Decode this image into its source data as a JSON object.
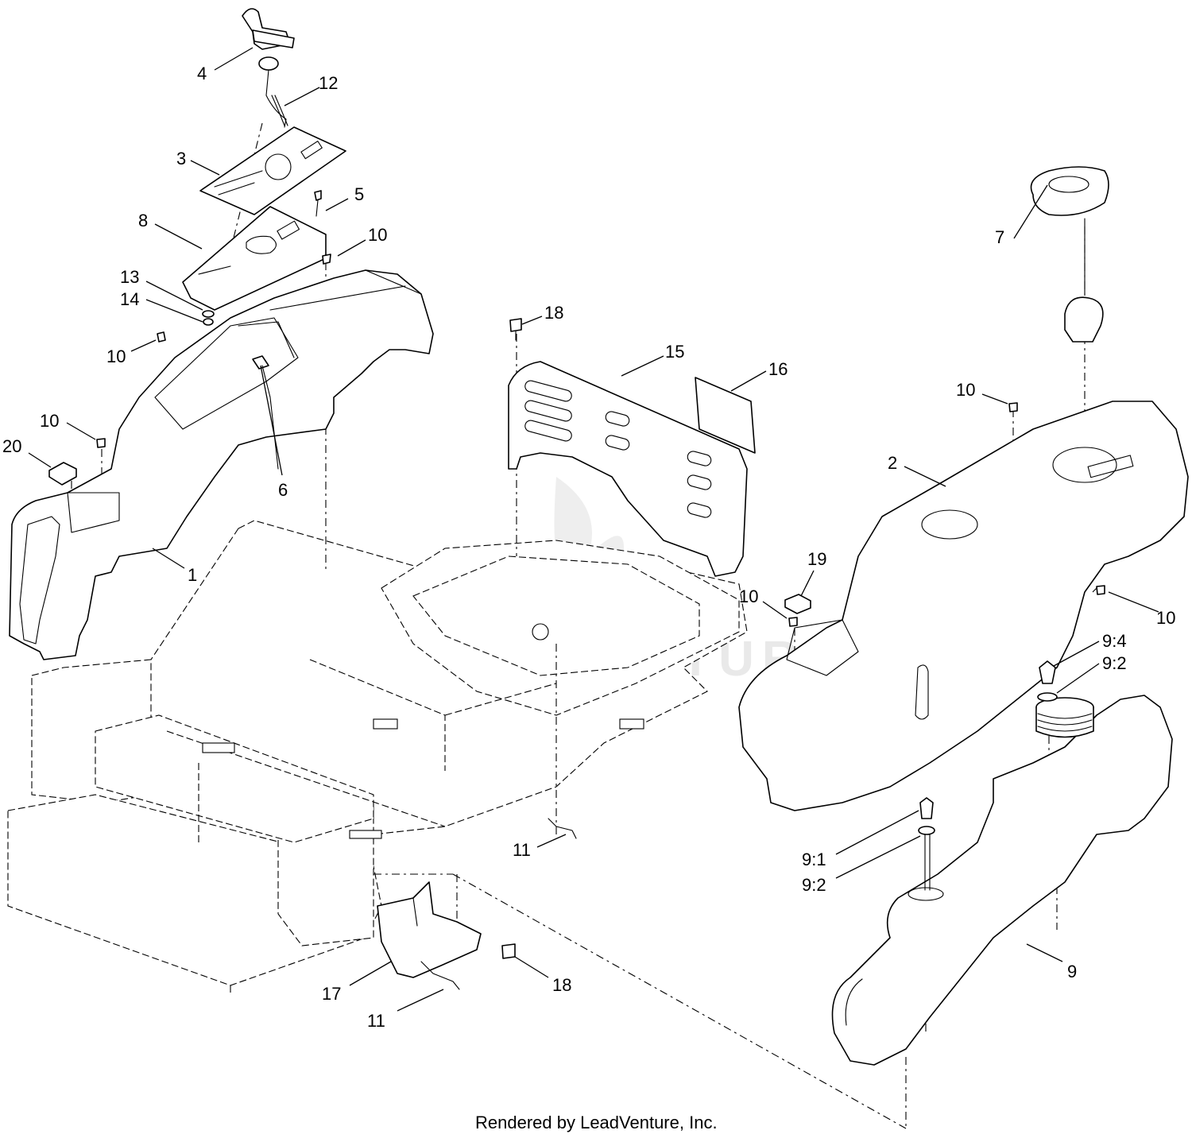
{
  "watermark": {
    "text": "LEADVENTURE"
  },
  "footer": {
    "credit": "Rendered by LeadVenture, Inc."
  },
  "callouts": {
    "c4": "4",
    "c12": "12",
    "c3": "3",
    "c5": "5",
    "c8": "8",
    "c10a": "10",
    "c13": "13",
    "c14": "14",
    "c10b": "10",
    "c10c": "10",
    "c20": "20",
    "c6": "6",
    "c1": "1",
    "c18a": "18",
    "c15": "15",
    "c16": "16",
    "c7": "7",
    "c10d": "10",
    "c2": "2",
    "c19": "19",
    "c10e": "10",
    "c10f": "10",
    "c9_4": "9:4",
    "c9_2a": "9:2",
    "c9_1": "9:1",
    "c9_2b": "9:2",
    "c9": "9",
    "c11a": "11",
    "c17": "17",
    "c18b": "18",
    "c11b": "11"
  }
}
